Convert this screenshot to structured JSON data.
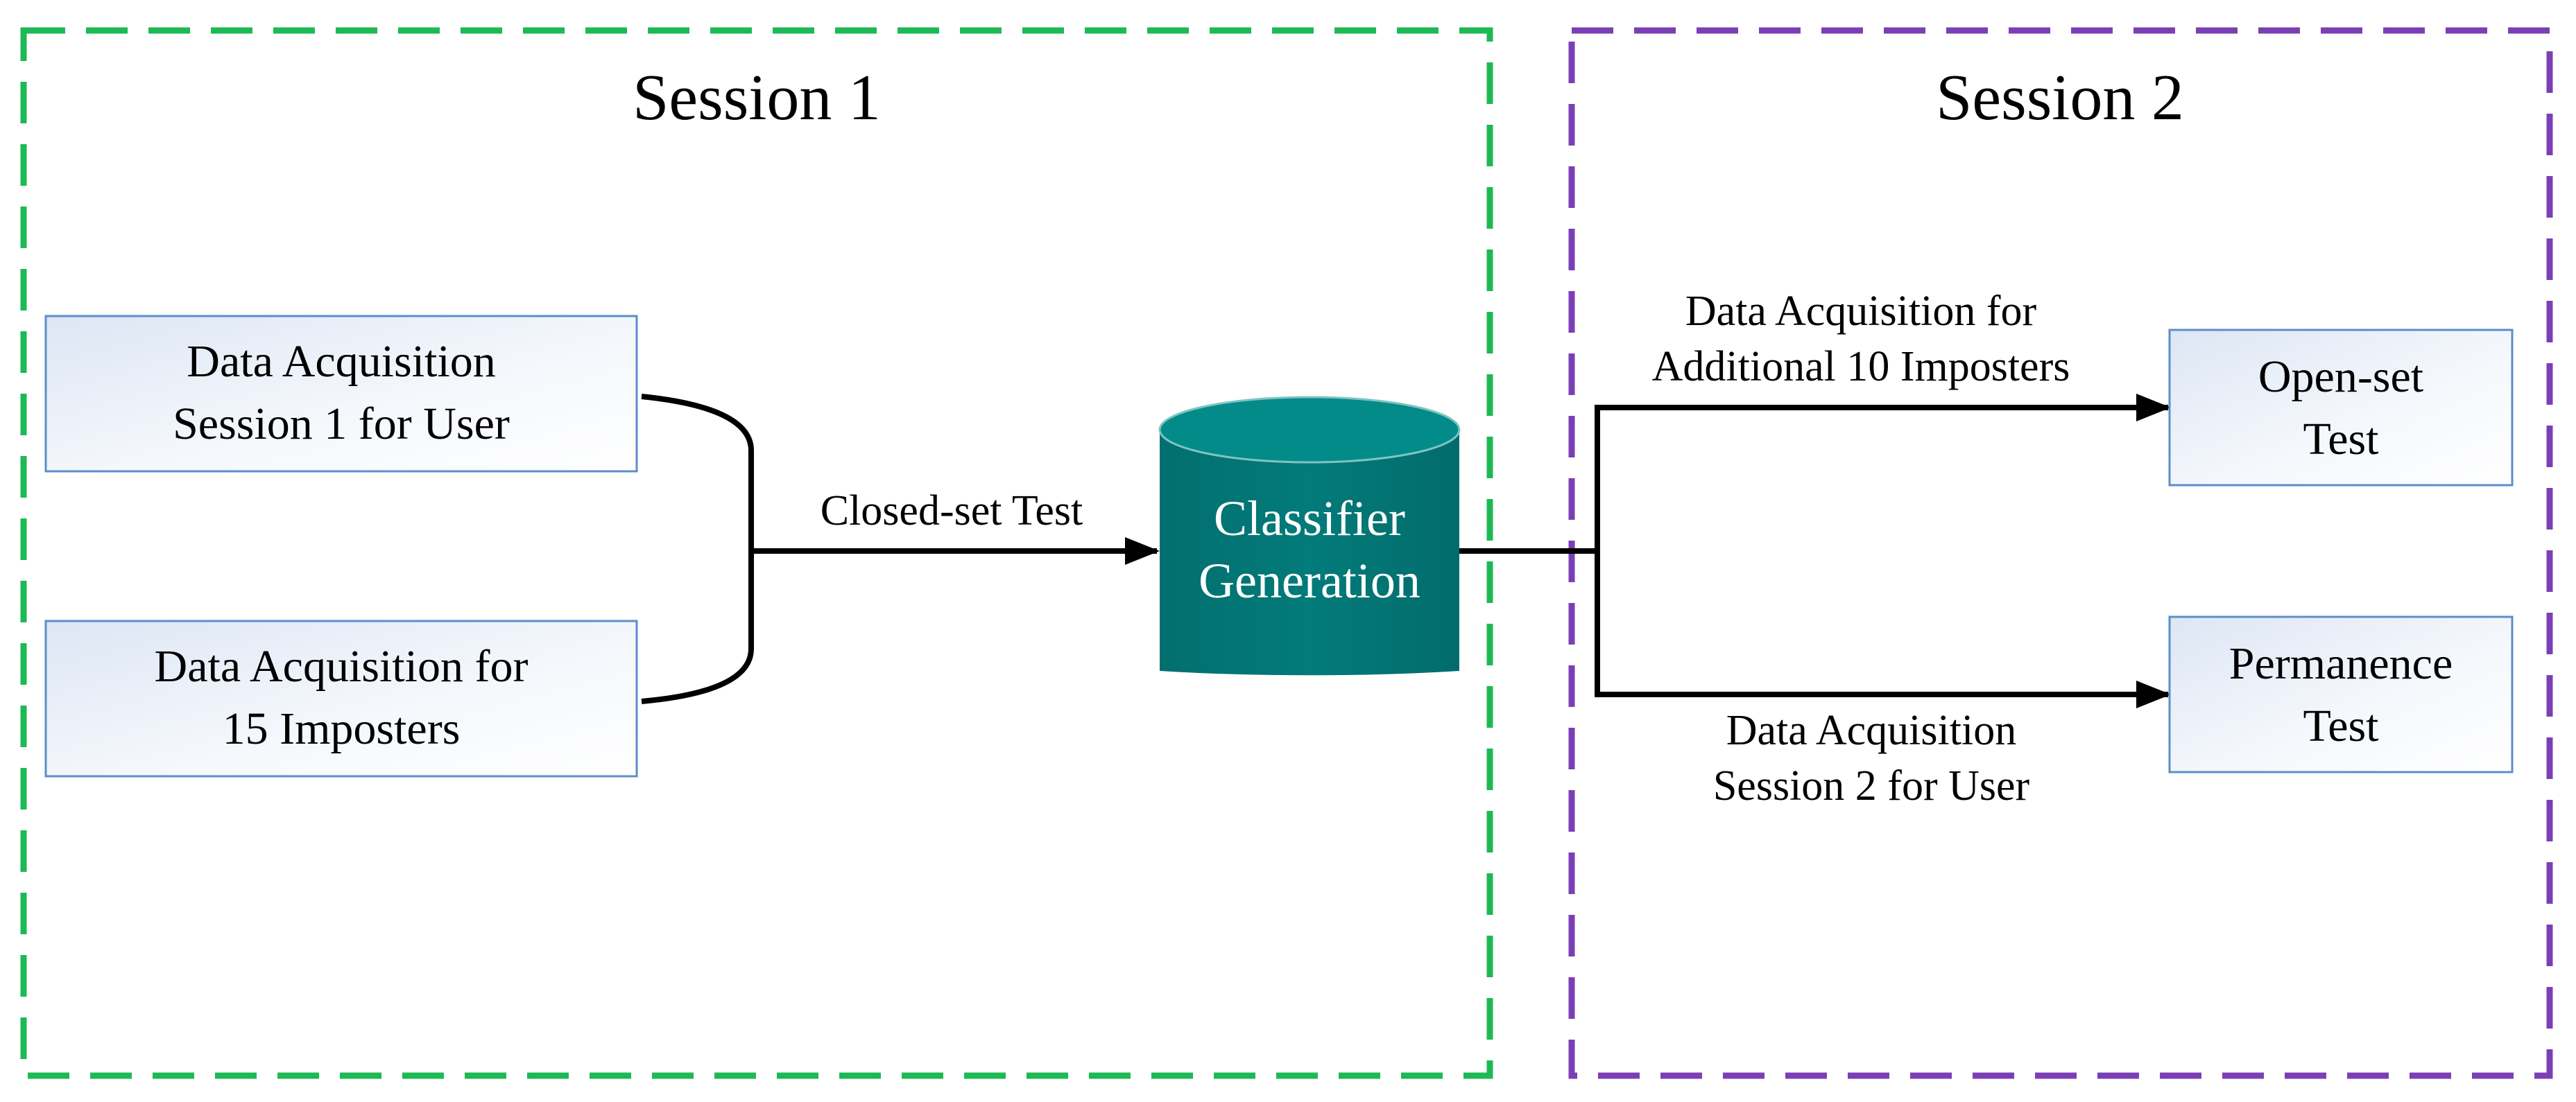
{
  "sessions": [
    {
      "title": "Session 1",
      "border_color": "#1db954"
    },
    {
      "title": "Session 2",
      "border_color": "#7b3fb5"
    }
  ],
  "boxes": {
    "data_acq_user_s1": {
      "line1": "Data Acquisition",
      "line2": "Session 1 for User"
    },
    "data_acq_imposters_15": {
      "line1": "Data Acquisition for",
      "line2": "15 Imposters"
    },
    "open_set_test": {
      "line1": "Open-set",
      "line2": "Test"
    },
    "permanence_test": {
      "line1": "Permanence",
      "line2": "Test"
    }
  },
  "classifier": {
    "line1": "Classifier",
    "line2": "Generation",
    "color": "#027b7a"
  },
  "edge_labels": {
    "closed_set": "Closed-set Test",
    "additional_imposters": {
      "line1": "Data Acquisition for",
      "line2": "Additional 10 Imposters"
    },
    "user_s2": {
      "line1": "Data Acquisition",
      "line2": "Session 2 for User"
    }
  }
}
